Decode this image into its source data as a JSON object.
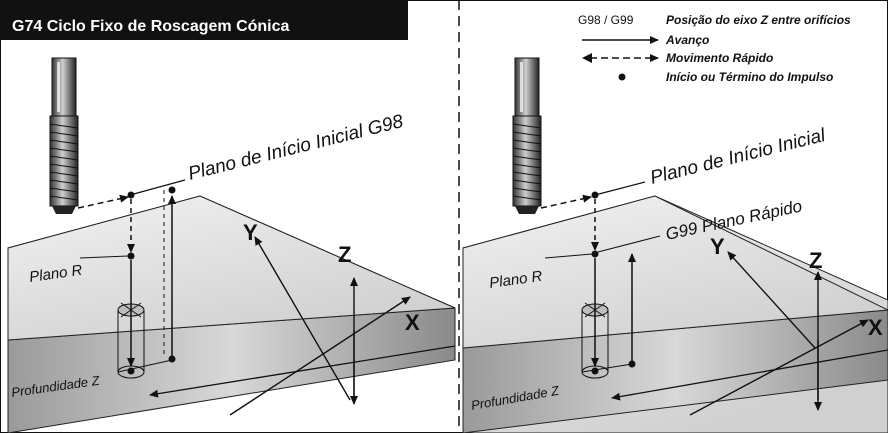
{
  "title": "G74 Ciclo Fixo de Roscagem Cónica",
  "legend": {
    "g98_g99": "G98 / G99",
    "z_position": "Posição do eixo Z entre orifícios",
    "feed": "Avanço",
    "rapid": "Movimento Rápido",
    "start_end": "Início ou Término do Impulso"
  },
  "left_panel": {
    "initial_plane": "Plano de Início Inicial G98",
    "r_plane": "Plano R",
    "depth": "Profundidade Z",
    "axis_x": "X",
    "axis_y": "Y",
    "axis_z": "Z"
  },
  "right_panel": {
    "initial_plane": "Plano de Início Inicial",
    "rapid_plane": "G99 Plano Rápido",
    "r_plane": "Plano R",
    "depth": "Profundidade Z",
    "axis_x": "X",
    "axis_y": "Y",
    "axis_z": "Z"
  }
}
